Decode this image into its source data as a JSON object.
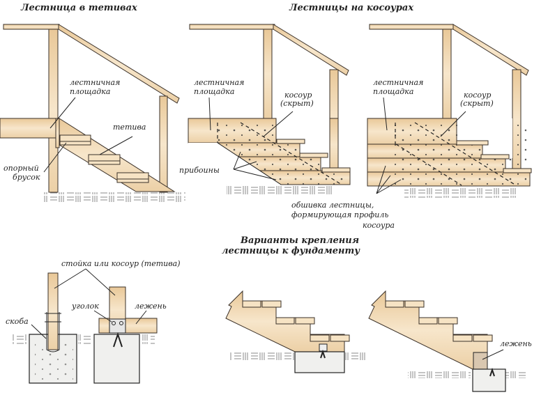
{
  "titles": {
    "stringers": "Лестница в тетивах",
    "kosour": "Лестницы на косоурах",
    "mounting_1": "Варианты крепления",
    "mounting_2": "лестницы к фундаменту"
  },
  "labels": {
    "landing_1": "лестничная",
    "landing_2": "площадка",
    "tetiva": "тетива",
    "support_1": "опорный",
    "support_2": "брусок",
    "kosour_hidden_1": "косоур",
    "kosour_hidden_2": "(скрыт)",
    "priboiny": "прибоины",
    "cladding_1": "обшивка лестницы,",
    "cladding_2": "формирующая профиль",
    "cladding_3": "косоура",
    "post_or_kosour": "стойка или косоур (тетива)",
    "skoba": "скоба",
    "ugolok": "уголок",
    "lezhen": "лежень"
  },
  "colors": {
    "wood": "#f1d4a8",
    "concrete": "#f0f0ee",
    "line": "#222222"
  }
}
